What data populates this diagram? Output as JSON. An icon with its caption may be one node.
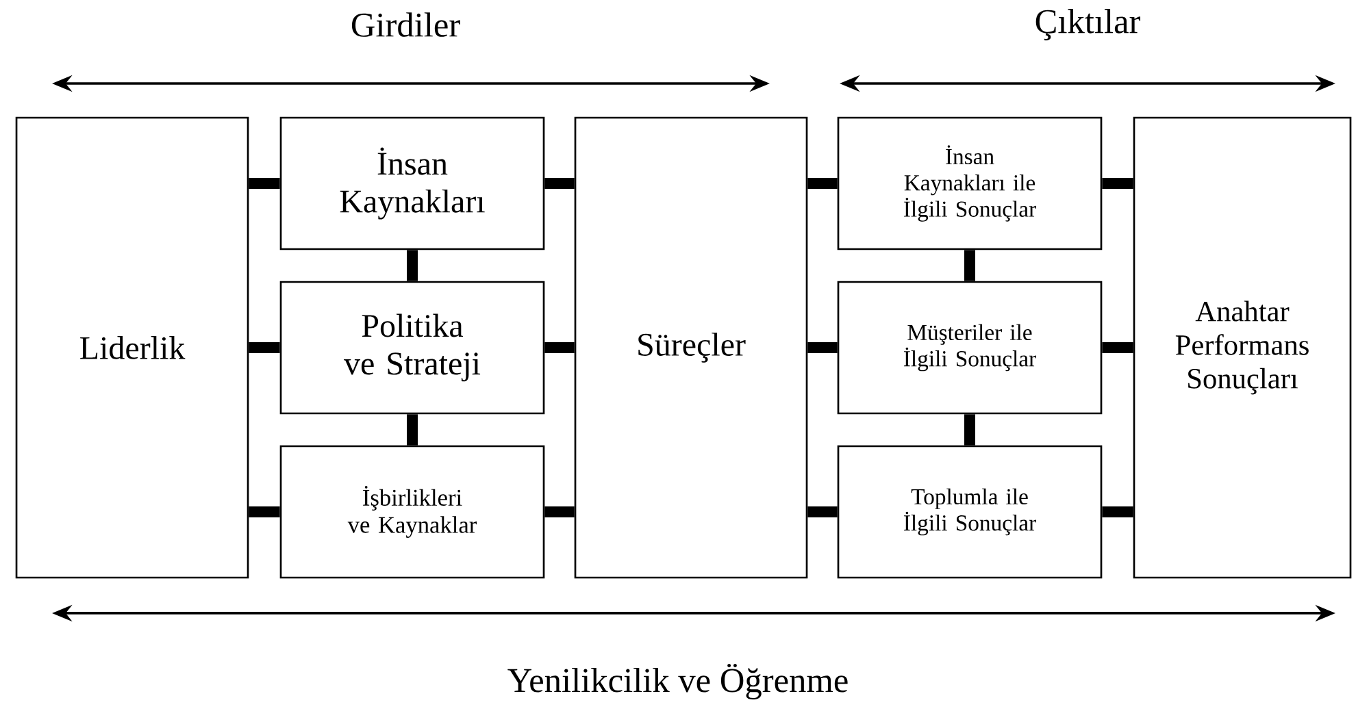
{
  "diagram": {
    "nodes": [
      {
        "text": [
          "Liderlik"
        ]
      },
      {
        "text": [
          "İnsan Kaynakları"
        ]
      },
      {
        "text": [
          "Politika ve Strateji"
        ]
      },
      {
        "text": [
          "İşbirlikleri ve Kaynaklar"
        ]
      },
      {
        "text": [
          "Süreçler"
        ]
      },
      {
        "text": [
          "İnsan Kaynakları ile İlgili Sonuçlar"
        ]
      },
      {
        "text": [
          "Müşteriler ile İlgili Sonuçlar"
        ]
      },
      {
        "text": [
          "Toplumla ile İlgili Sonuçlar"
        ]
      },
      {
        "text": [
          "Anahtar Performans Sonuçları"
        ]
      }
    ],
    "edges": [
      {
        "from": 0,
        "to": 1,
        "arrow": "none"
      },
      {
        "from": 0,
        "to": 2,
        "arrow": "none"
      },
      {
        "from": 0,
        "to": 3,
        "arrow": "none"
      },
      {
        "from": 1,
        "to": 2,
        "arrow": "none"
      },
      {
        "from": 2,
        "to": 3,
        "arrow": "none"
      },
      {
        "from": 1,
        "to": 4,
        "arrow": "none"
      },
      {
        "from": 2,
        "to": 4,
        "arrow": "none"
      },
      {
        "from": 3,
        "to": 4,
        "arrow": "none"
      },
      {
        "from": 4,
        "to": 5,
        "arrow": "none"
      },
      {
        "from": 4,
        "to": 6,
        "arrow": "none"
      },
      {
        "from": 4,
        "to": 7,
        "arrow": "none"
      },
      {
        "from": 5,
        "to": 6,
        "arrow": "none"
      },
      {
        "from": 6,
        "to": 7,
        "arrow": "none"
      },
      {
        "from": 5,
        "to": 8,
        "arrow": "none"
      },
      {
        "from": 6,
        "to": 8,
        "arrow": "none"
      },
      {
        "from": 7,
        "to": 8,
        "arrow": "none"
      }
    ],
    "labels": [
      "Girdiler",
      "Çıktılar",
      "Yenilikcilik ve Öğrenme"
    ]
  }
}
